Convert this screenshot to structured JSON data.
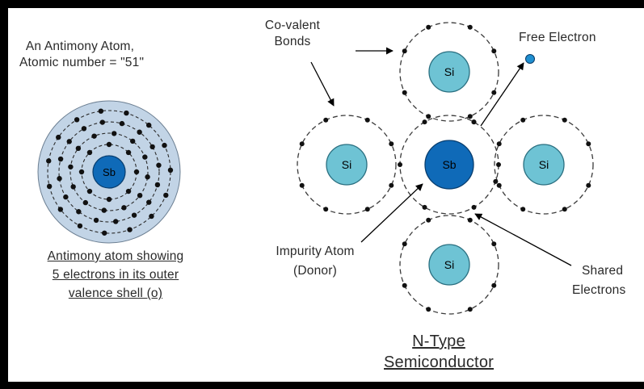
{
  "left_panel": {
    "title_line1": "An Antimony Atom,",
    "title_line2": "Atomic number = \"51\"",
    "nucleus_label": "Sb",
    "caption_line1": "Antimony atom showing",
    "caption_line2": "5 electrons in its outer",
    "caption_line3": "valence shell (o)"
  },
  "right_panel": {
    "covalent_line1": "Co-valent",
    "covalent_line2": "Bonds",
    "free_electron": "Free Electron",
    "center_atom": "Sb",
    "neighbor_atom": "Si",
    "impurity_line1": "Impurity Atom",
    "impurity_line2": "(Donor)",
    "shared_line1": "Shared",
    "shared_line2": "Electrons",
    "title_line1": "N-Type",
    "title_line2": "Semiconductor"
  },
  "colors": {
    "si_fill": "#6ec3d4",
    "sb_fill": "#0f6ab8",
    "shell_fill": "#c2d4e6",
    "electron": "#111111",
    "free_electron": "#1f8fd0"
  }
}
